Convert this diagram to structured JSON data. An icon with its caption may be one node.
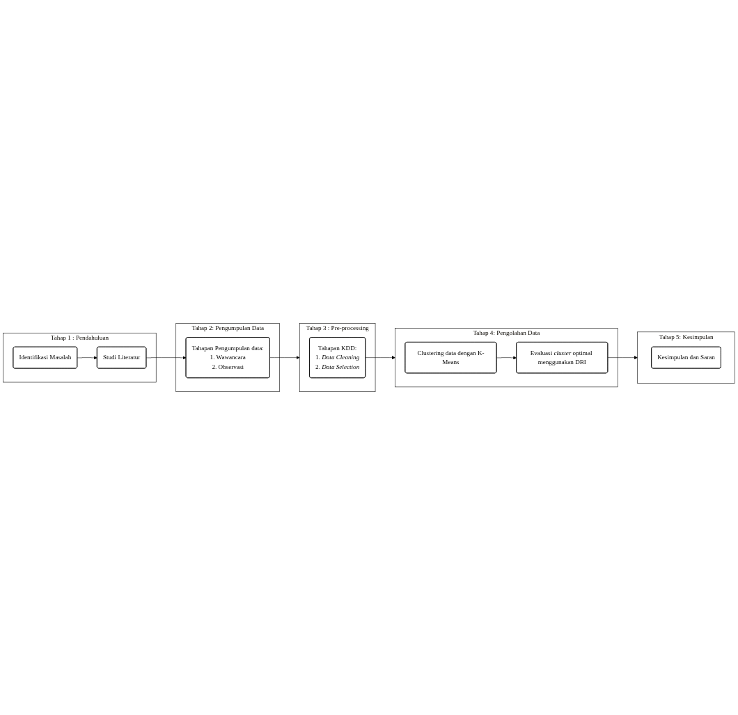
{
  "diagram": {
    "nodes": [
      {
        "text": [
          "Tahap 1 : Pendahuluan"
        ]
      },
      {
        "text": [
          "Identifikasi Masalah"
        ],
        "in": 0
      },
      {
        "text": [
          "Studi Literatur"
        ],
        "in": 0
      },
      {
        "text": [
          "Tahap 2: Pengumpulan Data"
        ]
      },
      {
        "text": [
          "Tahapan Pengumpulan data:",
          "1. Wawancara",
          "2. Observasi"
        ],
        "in": 3
      },
      {
        "text": [
          "Tahap 3 : Pre-processing"
        ]
      },
      {
        "text": [
          "Tahapan KDD:",
          "1. *Data Cleaning*",
          "2. *Data Selection*"
        ],
        "in": 5
      },
      {
        "text": [
          "Tahap 4: Pengolahan Data"
        ]
      },
      {
        "text": [
          "Clustering data dengan K-Means"
        ],
        "in": 7
      },
      {
        "text": [
          "Evaluasi *cluster* optimal menggunakan DBI"
        ],
        "in": 7
      },
      {
        "text": [
          "Tahap 5: Kesimpulan"
        ]
      },
      {
        "text": [
          "Kesimpulan dan Saran"
        ],
        "in": 10
      }
    ],
    "edges": [
      {
        "from": 1,
        "to": 2,
        "arrow": "to"
      },
      {
        "from": 2,
        "to": 4,
        "arrow": "to"
      },
      {
        "from": 4,
        "to": 5,
        "arrow": "to"
      },
      {
        "from": 6,
        "to": 7,
        "arrow": "to"
      },
      {
        "from": 8,
        "to": 9,
        "arrow": "to"
      },
      {
        "from": 9,
        "to": 10,
        "arrow": "to"
      }
    ]
  }
}
